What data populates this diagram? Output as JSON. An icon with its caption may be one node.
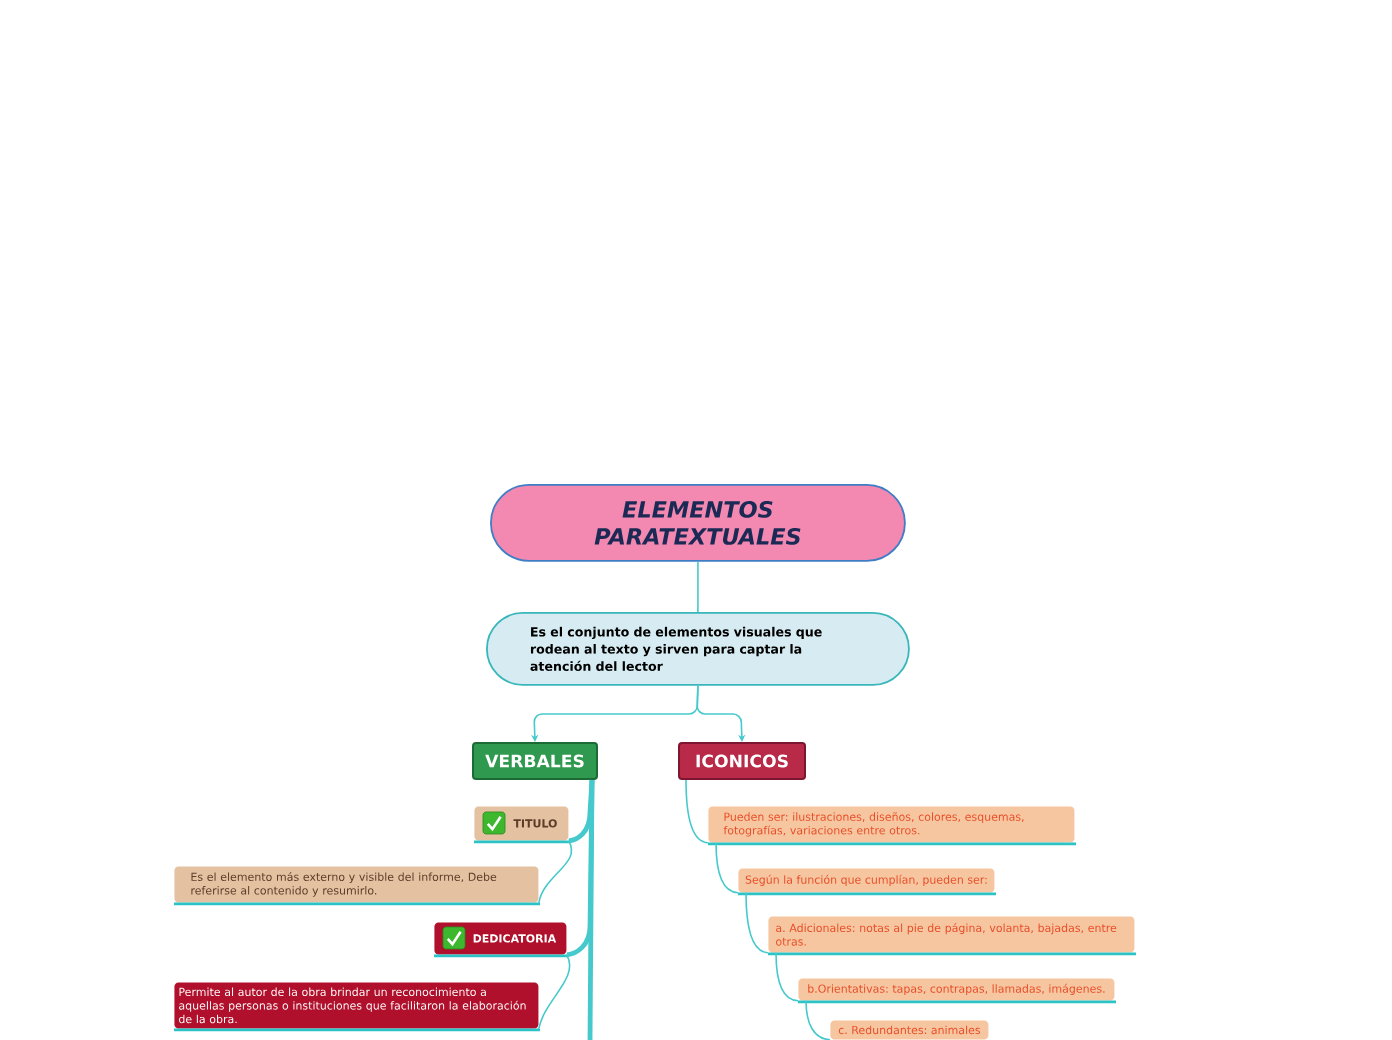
{
  "diagram": {
    "nodes": [
      {
        "text": [
          "ELEMENTOS PARATEXTUALES"
        ]
      },
      {
        "text": [
          "Es el conjunto de elementos visuales que rodean al texto y sirven para captar la atención del lector"
        ]
      },
      {
        "text": [
          "VERBALES"
        ]
      },
      {
        "text": [
          "ICONICOS"
        ]
      },
      {
        "text": [
          "TITULO"
        ]
      },
      {
        "text": [
          "Es el elemento más externo y visible del informe, Debe referirse al contenido y resumirlo."
        ]
      },
      {
        "text": [
          "DEDICATORIA"
        ]
      },
      {
        "text": [
          "Permite al autor de la obra brindar un reconocimiento a aquellas personas o instituciones que facilitaron la elaboración de la obra."
        ]
      },
      {
        "text": [
          "Pueden ser: ilustraciones, diseños, colores, esquemas, fotografías, variaciones entre otros."
        ]
      },
      {
        "text": [
          "Según la función que cumplían, pueden ser:"
        ]
      },
      {
        "text": [
          "a. Adicionales: notas al pie de página, volanta, bajadas, entre otras."
        ]
      },
      {
        "text": [
          "b.Orientativas: tapas, contrapas, llamadas, imágenes."
        ]
      },
      {
        "text": [
          "c. Redundantes: animales"
        ]
      }
    ],
    "edges": [
      {
        "from": 0,
        "to": 1,
        "arrow": "none"
      },
      {
        "from": 1,
        "to": 2,
        "arrow": "to"
      },
      {
        "from": 1,
        "to": 3,
        "arrow": "to"
      },
      {
        "from": 2,
        "to": 4,
        "arrow": "none",
        "style": "thick"
      },
      {
        "from": 4,
        "to": 5,
        "arrow": "none"
      },
      {
        "from": 2,
        "to": 6,
        "arrow": "none",
        "style": "thick"
      },
      {
        "from": 6,
        "to": 7,
        "arrow": "none"
      },
      {
        "from": 2,
        "to": null,
        "arrow": "none",
        "style": "thick"
      },
      {
        "from": 3,
        "to": 8,
        "arrow": "none"
      },
      {
        "from": 8,
        "to": 9,
        "arrow": "none"
      },
      {
        "from": 9,
        "to": 10,
        "arrow": "none"
      },
      {
        "from": 10,
        "to": 11,
        "arrow": "none"
      },
      {
        "from": 11,
        "to": 12,
        "arrow": "none"
      }
    ]
  }
}
